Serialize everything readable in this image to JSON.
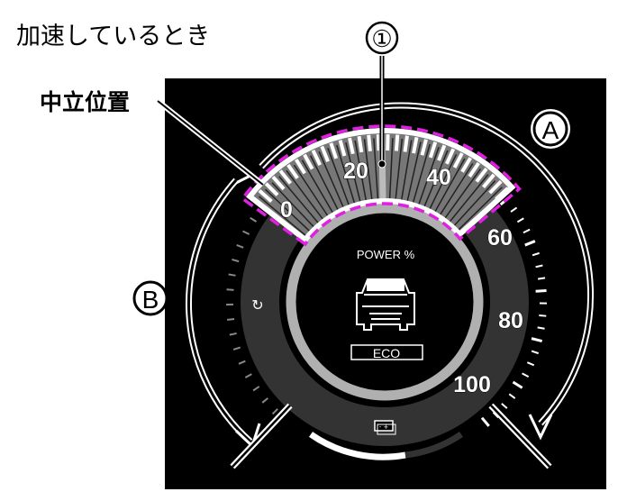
{
  "title": "加速しているとき",
  "neutral_label": "中立位置",
  "callouts": {
    "one": "①",
    "a": "A",
    "b": "B"
  },
  "gauge": {
    "title": "POWER %",
    "mode": "ECO",
    "scale_labels": [
      "0",
      "20",
      "40",
      "60",
      "80",
      "100"
    ],
    "icons": [
      "car-icon",
      "regen-icon",
      "battery-icon"
    ]
  },
  "colors": {
    "highlight": "#e020e0",
    "panel": "#000000",
    "dial": "#333333",
    "ring": "#b0b0b0"
  }
}
